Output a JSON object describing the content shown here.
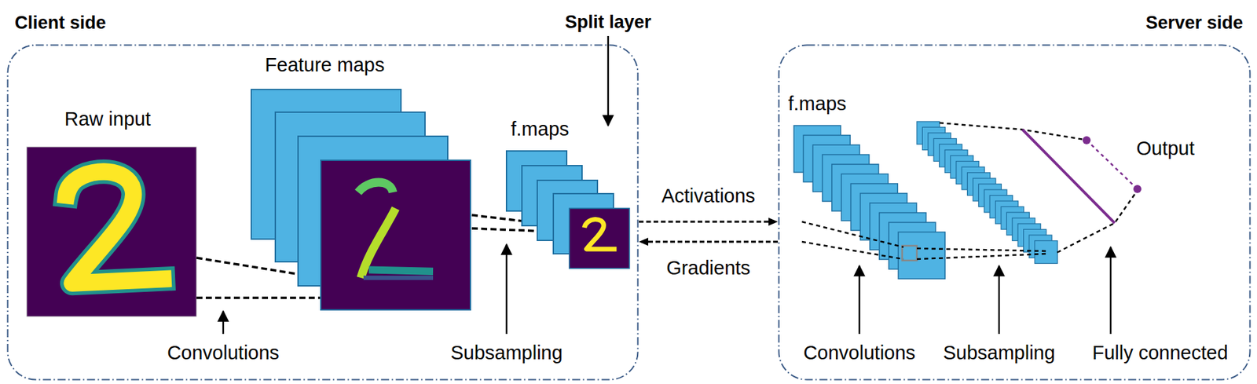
{
  "diagram": {
    "nodes": [
      {
        "text": [
          "Client side"
        ]
      },
      {
        "text": [
          "Server side"
        ]
      }
    ],
    "edges": [
      {
        "from": 0,
        "to": 1,
        "label": "Activations",
        "arrow": "to"
      },
      {
        "from": 1,
        "to": 0,
        "label": "Gradients",
        "arrow": "to"
      }
    ],
    "labels": [
      "Raw input",
      "Feature maps",
      "f.maps",
      "Convolutions",
      "Subsampling",
      "Split layer",
      "f.maps",
      "Convolutions",
      "Subsampling",
      "Fully connected",
      "Output"
    ]
  }
}
